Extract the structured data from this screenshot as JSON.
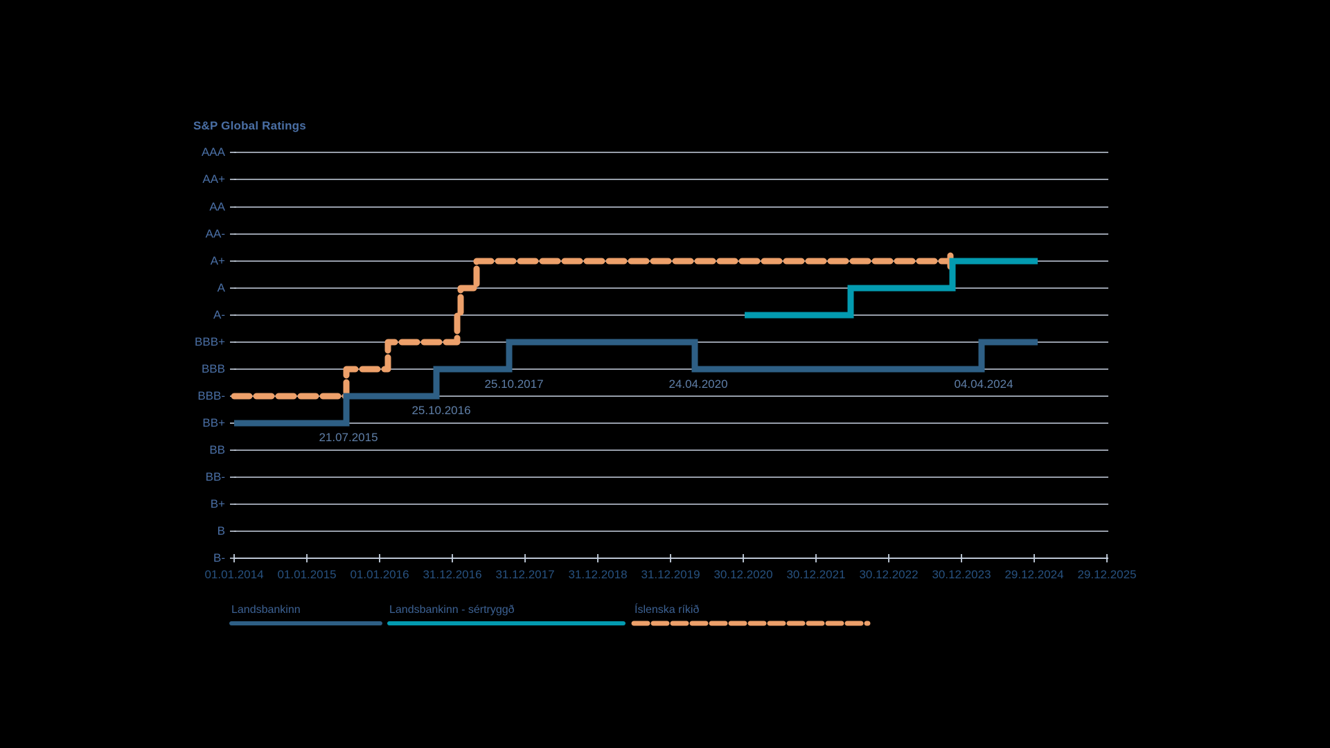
{
  "chart_data": {
    "type": "line",
    "title": "S&P Global Ratings",
    "xlabel": "",
    "ylabel": "",
    "grid": true,
    "legend_position": "bottom",
    "y_categories": [
      "AAA",
      "AA+",
      "AA",
      "AA-",
      "A+",
      "A",
      "A-",
      "BBB+",
      "BBB",
      "BBB-",
      "BB+",
      "BB",
      "BB-",
      "B+",
      "B",
      "B-"
    ],
    "x_ticks": [
      "01.01.2014",
      "01.01.2015",
      "01.01.2016",
      "31.12.2016",
      "31.12.2017",
      "31.12.2018",
      "31.12.2019",
      "30.12.2020",
      "30.12.2021",
      "30.12.2022",
      "30.12.2023",
      "29.12.2024",
      "29.12.2025"
    ],
    "series": [
      {
        "name": "Landsbankinn",
        "color": "#2e5f85",
        "style": "solid",
        "steps": [
          {
            "date": "01.01.2014",
            "rating": "BB+"
          },
          {
            "date": "21.07.2015",
            "rating": "BBB-"
          },
          {
            "date": "25.10.2016",
            "rating": "BBB"
          },
          {
            "date": "25.10.2017",
            "rating": "BBB+"
          },
          {
            "date": "24.04.2020",
            "rating": "BBB"
          },
          {
            "date": "04.04.2024",
            "rating": "BBB+"
          }
        ]
      },
      {
        "name": "Landsbankinn - sértryggð",
        "color": "#039bb0",
        "style": "solid",
        "steps": [
          {
            "date": "30.12.2020",
            "rating": "A-"
          },
          {
            "date": "13.05.2022",
            "rating": "A"
          },
          {
            "date": "04.04.2024",
            "rating": "A+"
          }
        ]
      },
      {
        "name": "Íslenska ríkið",
        "color": "#eda06a",
        "style": "dashed",
        "steps": [
          {
            "date": "01.01.2014",
            "rating": "BBB-"
          },
          {
            "date": "21.07.2015",
            "rating": "BBB"
          },
          {
            "date": "15.01.2016",
            "rating": "BBB+"
          },
          {
            "date": "21.01.2017",
            "rating": "A-"
          },
          {
            "date": "20.03.2017",
            "rating": "A"
          },
          {
            "date": "04.04.2024",
            "rating": "A+"
          }
        ]
      }
    ],
    "annotations": [
      {
        "label": "21.07.2015",
        "series": "Landsbankinn"
      },
      {
        "label": "25.10.2016",
        "series": "Landsbankinn"
      },
      {
        "label": "25.10.2017",
        "series": "Landsbankinn"
      },
      {
        "label": "24.04.2020",
        "series": "Landsbankinn"
      },
      {
        "label": "04.04.2024",
        "series": "Landsbankinn"
      }
    ]
  },
  "title": "S&P Global Ratings",
  "y_axis": {
    "labels": [
      "AAA",
      "AA+",
      "AA",
      "AA-",
      "A+",
      "A",
      "A-",
      "BBB+",
      "BBB",
      "BBB-",
      "BB+",
      "BB",
      "BB-",
      "B+",
      "B",
      "B-"
    ]
  },
  "x_axis": {
    "labels": [
      "01.01.2014",
      "01.01.2015",
      "01.01.2016",
      "31.12.2016",
      "31.12.2017",
      "31.12.2018",
      "31.12.2019",
      "30.12.2020",
      "30.12.2021",
      "30.12.2022",
      "30.12.2023",
      "29.12.2024",
      "29.12.2025"
    ]
  },
  "annotations": {
    "a1": "21.07.2015",
    "a2": "25.10.2016",
    "a3": "25.10.2017",
    "a4": "24.04.2020",
    "a5": "04.04.2024"
  },
  "legend": {
    "items": [
      {
        "label": "Landsbankinn",
        "color": "#2e5f85"
      },
      {
        "label": "Landsbankinn - sértryggð",
        "color": "#039bb0"
      },
      {
        "label": "Íslenska ríkið",
        "color": "#eda06a"
      }
    ]
  },
  "colors": {
    "background": "#000000",
    "grid": "#c9d3e2",
    "axis_text": "#27517f",
    "title": "#4a6fa5",
    "landsbankinn": "#2e5f85",
    "sertryggd": "#039bb0",
    "rikid": "#eda06a"
  }
}
